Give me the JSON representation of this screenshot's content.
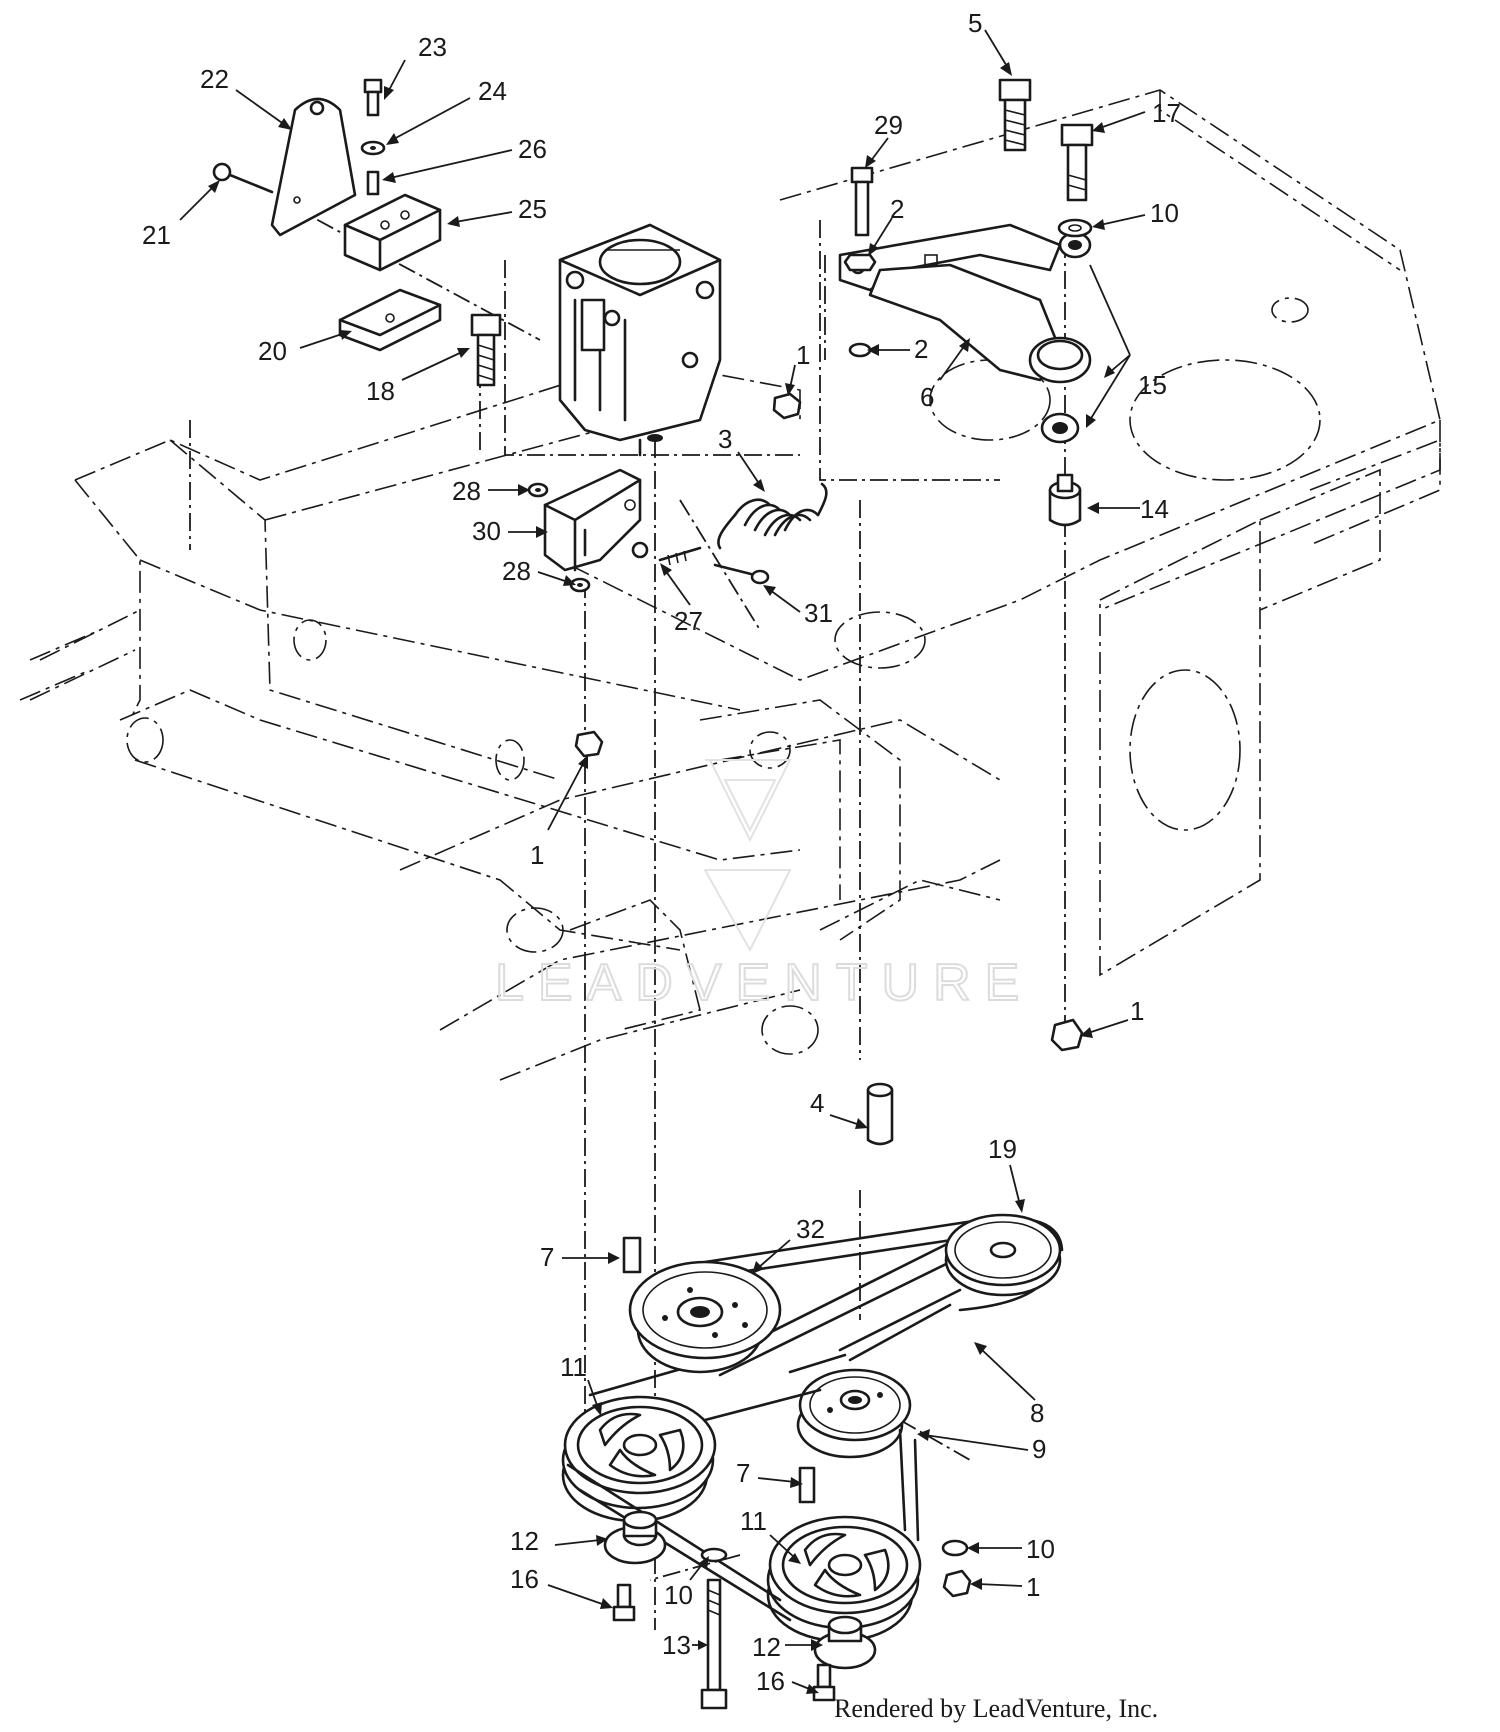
{
  "diagram": {
    "callouts": [
      {
        "id": "c1a",
        "label": "1"
      },
      {
        "id": "c1b",
        "label": "1"
      },
      {
        "id": "c1c",
        "label": "1"
      },
      {
        "id": "c1d",
        "label": "1"
      },
      {
        "id": "c2a",
        "label": "2"
      },
      {
        "id": "c2b",
        "label": "2"
      },
      {
        "id": "c3",
        "label": "3"
      },
      {
        "id": "c4",
        "label": "4"
      },
      {
        "id": "c5",
        "label": "5"
      },
      {
        "id": "c6",
        "label": "6"
      },
      {
        "id": "c7a",
        "label": "7"
      },
      {
        "id": "c7b",
        "label": "7"
      },
      {
        "id": "c8",
        "label": "8"
      },
      {
        "id": "c9",
        "label": "9"
      },
      {
        "id": "c10a",
        "label": "10"
      },
      {
        "id": "c10b",
        "label": "10"
      },
      {
        "id": "c10c",
        "label": "10"
      },
      {
        "id": "c11a",
        "label": "11"
      },
      {
        "id": "c11b",
        "label": "11"
      },
      {
        "id": "c12a",
        "label": "12"
      },
      {
        "id": "c12b",
        "label": "12"
      },
      {
        "id": "c13",
        "label": "13"
      },
      {
        "id": "c14",
        "label": "14"
      },
      {
        "id": "c15",
        "label": "15"
      },
      {
        "id": "c16a",
        "label": "16"
      },
      {
        "id": "c16b",
        "label": "16"
      },
      {
        "id": "c17",
        "label": "17"
      },
      {
        "id": "c18",
        "label": "18"
      },
      {
        "id": "c19",
        "label": "19"
      },
      {
        "id": "c20",
        "label": "20"
      },
      {
        "id": "c21",
        "label": "21"
      },
      {
        "id": "c22",
        "label": "22"
      },
      {
        "id": "c23",
        "label": "23"
      },
      {
        "id": "c24",
        "label": "24"
      },
      {
        "id": "c25",
        "label": "25"
      },
      {
        "id": "c26",
        "label": "26"
      },
      {
        "id": "c27",
        "label": "27"
      },
      {
        "id": "c28a",
        "label": "28"
      },
      {
        "id": "c28b",
        "label": "28"
      },
      {
        "id": "c29",
        "label": "29"
      },
      {
        "id": "c30",
        "label": "30"
      },
      {
        "id": "c31",
        "label": "31"
      },
      {
        "id": "c32",
        "label": "32"
      }
    ]
  },
  "watermark": "LEADVENTURE",
  "footer": {
    "credit": "Rendered by LeadVenture, Inc."
  }
}
